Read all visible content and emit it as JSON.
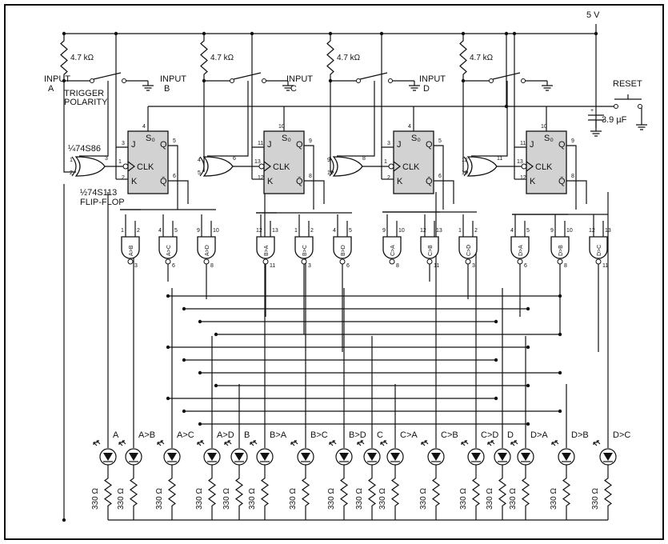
{
  "supply": {
    "voltage": "5 V",
    "resistor": "4.7 kΩ"
  },
  "reset": {
    "label": "RESET",
    "cap": "3.9 µF"
  },
  "inputs": [
    {
      "line1": "INPUT",
      "line2": "A"
    },
    {
      "line1": "INPUT",
      "line2": "B"
    },
    {
      "line1": "INPUT",
      "line2": "C"
    },
    {
      "line1": "INPUT",
      "line2": "D"
    }
  ],
  "trigger": {
    "line1": "TRIGGER",
    "line2": "POLARITY"
  },
  "parts": {
    "xor": "¼74S86",
    "ff_line1": "½74S113",
    "ff_line2": "FLIP-FLOP"
  },
  "ff_labels": {
    "j": "J",
    "k": "K",
    "clk": "CLK",
    "q": "Q",
    "qbar": "Q̄",
    "s": "S₀"
  },
  "ff_pins": [
    {
      "s": "4",
      "j": "3",
      "clk": "1",
      "k": "2",
      "q": "5",
      "qbar": "6"
    },
    {
      "s": "10",
      "j": "11",
      "clk": "13",
      "k": "12",
      "q": "9",
      "qbar": "8"
    },
    {
      "s": "4",
      "j": "3",
      "clk": "1",
      "k": "2",
      "q": "5",
      "qbar": "6"
    },
    {
      "s": "10",
      "j": "11",
      "clk": "13",
      "k": "12",
      "q": "9",
      "qbar": "8"
    }
  ],
  "xor_pins": [
    {
      "a": "1",
      "b": "2",
      "o": "3"
    },
    {
      "a": "4",
      "b": "5",
      "o": "6"
    },
    {
      "a": "9",
      "b": "10",
      "o": "8"
    },
    {
      "a": "12",
      "b": "13",
      "o": "11"
    }
  ],
  "nands": [
    {
      "label": "A>B",
      "p1": "1",
      "p2": "2",
      "out": "3"
    },
    {
      "label": "A>C",
      "p1": "4",
      "p2": "5",
      "out": "6"
    },
    {
      "label": "A>D",
      "p1": "9",
      "p2": "10",
      "out": "8"
    },
    {
      "label": "B>A",
      "p1": "12",
      "p2": "13",
      "out": "11"
    },
    {
      "label": "B>C",
      "p1": "1",
      "p2": "2",
      "out": "3"
    },
    {
      "label": "B>D",
      "p1": "4",
      "p2": "5",
      "out": "6"
    },
    {
      "label": "C>A",
      "p1": "9",
      "p2": "10",
      "out": "8"
    },
    {
      "label": "C>B",
      "p1": "12",
      "p2": "13",
      "out": "11"
    },
    {
      "label": "C>D",
      "p1": "1",
      "p2": "2",
      "out": "3"
    },
    {
      "label": "D>A",
      "p1": "4",
      "p2": "5",
      "out": "6"
    },
    {
      "label": "D>B",
      "p1": "9",
      "p2": "10",
      "out": "8"
    },
    {
      "label": "D>C",
      "p1": "12",
      "p2": "13",
      "out": "11"
    }
  ],
  "leds": [
    "A",
    "A>B",
    "A>C",
    "A>D",
    "B",
    "B>A",
    "B>C",
    "B>D",
    "C",
    "C>A",
    "C>B",
    "C>D",
    "D",
    "D>A",
    "D>B",
    "D>C"
  ],
  "led_resistor": "330 Ω"
}
